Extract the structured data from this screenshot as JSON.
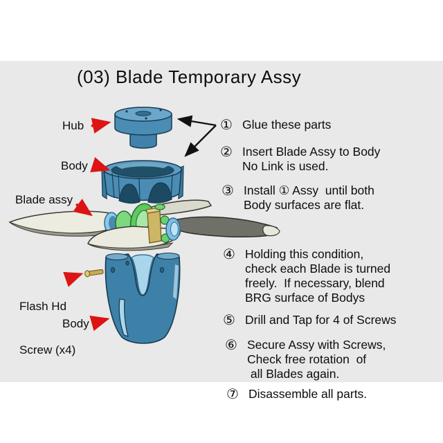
{
  "title": "(03) Blade Temporary Assy",
  "labels": {
    "hub": "Hub",
    "body_upper": "Body",
    "blade_assy": "Blade assy",
    "screw_line1": "Flash Hd",
    "screw_line2": "Screw (x4)",
    "body_lower": "Body"
  },
  "steps": [
    {
      "num": "①",
      "lines": [
        "Glue these parts"
      ]
    },
    {
      "num": "②",
      "lines": [
        "Insert Blade Assy to Body",
        "No Link is used."
      ]
    },
    {
      "num": "③",
      "lines": [
        "Install ① Assy  until both",
        "Body surfaces are flat."
      ]
    },
    {
      "num": "④",
      "lines": [
        "Holding this condition,",
        "check each Blade is turned",
        "freely.  If necessary, blend",
        "BRG surface of Bodys"
      ]
    },
    {
      "num": "⑤",
      "lines": [
        "Drill and Tap for 4 of Screws"
      ]
    },
    {
      "num": "⑥",
      "lines": [
        "Secure Assy with Screws,",
        "Check free rotation  of",
        " all Blades again."
      ]
    },
    {
      "num": "⑦",
      "lines": [
        "Disassemble all parts."
      ]
    }
  ],
  "parts": [
    "hub",
    "body-upper",
    "blade-assy",
    "flash-head-screw",
    "body-lower"
  ],
  "colors": {
    "page_bg": "#ffffff",
    "panel_bg": "#e9e9e9",
    "text": "#0d0d0d",
    "red_arrow": "#dd1414",
    "black_arrow": "#111111",
    "part_blue": "#4a8cb4",
    "part_blue_dark": "#1f5068",
    "part_blue_light": "#a9d6ec",
    "blade_cream": "#eaeae0",
    "bearing_green": "#6ecf6e",
    "link_tan": "#cdb766",
    "screw_brass": "#c9ad52"
  }
}
